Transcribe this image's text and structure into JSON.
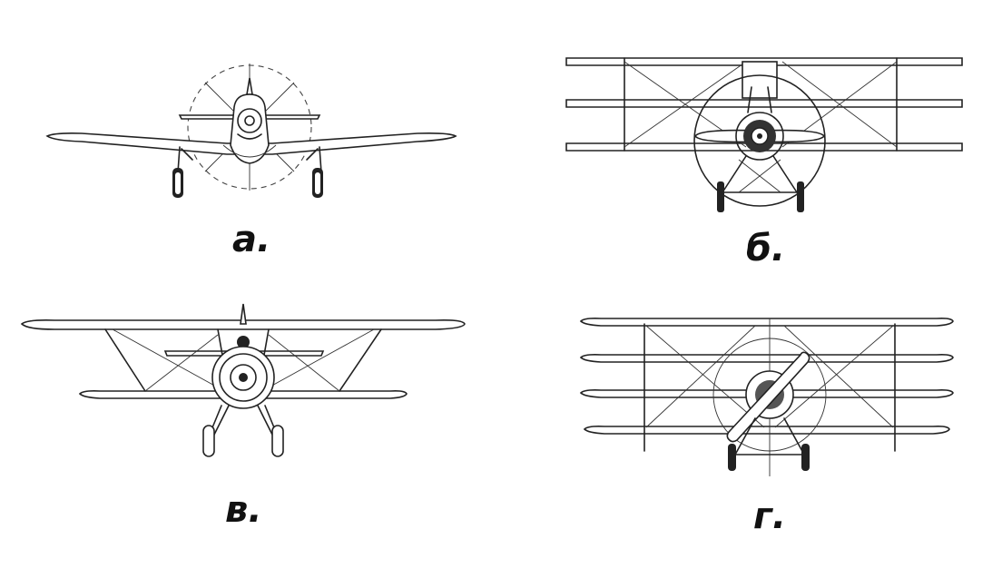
{
  "figures": [
    {
      "id": "a",
      "label": "а.",
      "subject": "monoplane-front-view"
    },
    {
      "id": "b",
      "label": "б.",
      "subject": "triplane-front-view"
    },
    {
      "id": "v",
      "label": "в.",
      "subject": "biplane-front-view"
    },
    {
      "id": "g",
      "label": "г.",
      "subject": "quadruplane-front-view"
    }
  ]
}
